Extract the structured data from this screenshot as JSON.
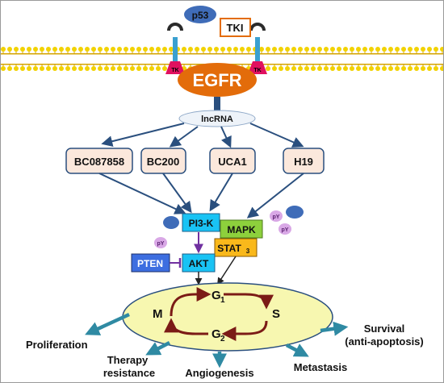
{
  "membrane": {
    "p53": "p53",
    "tki": "TKI",
    "tk_left": "TK",
    "tk_right": "TK"
  },
  "receptor": "EGFR",
  "lncrna": "lncRNA",
  "targets": [
    "BC087858",
    "BC200",
    "UCA1",
    "H19"
  ],
  "signaling": {
    "pi3k": "PI3-K",
    "mapk": "MAPK",
    "stat3_main": "STAT",
    "stat3_sub": "3",
    "pten": "PTEN",
    "akt": "AKT",
    "py": "pY"
  },
  "cell_cycle": {
    "g1_main": "G",
    "g1_sub": "1",
    "s": "S",
    "g2_main": "G",
    "g2_sub": "2",
    "m": "M"
  },
  "outcomes": {
    "proliferation": "Proliferation",
    "therapy_line1": "Therapy",
    "therapy_line2": "resistance",
    "angiogenesis": "Angiogenesis",
    "metastasis": "Metastasis",
    "survival_line1": "Survival",
    "survival_line2": "(anti-apoptosis)"
  },
  "colors": {
    "membrane_head": "#f2d200",
    "membrane_tail": "#d5a400",
    "egfr": "#e36c0a",
    "pi3k": "#19c3f4",
    "mapk": "#8dd03c",
    "stat3": "#f9b81b",
    "pten": "#3d6ee0",
    "akt": "#19c3f4",
    "lncrna_fill": "#eef3f9",
    "target_fill": "#fbe8dc",
    "cycle_fill": "#f7f7b0",
    "cycle_arrow": "#7b1b16",
    "outcome_arrow": "#2f8aa3",
    "blue_arrow": "#2a4f7e",
    "blob": "#3f6cb8",
    "py_blob": "#d9a8e6",
    "tk_pink": "#e0115f"
  }
}
